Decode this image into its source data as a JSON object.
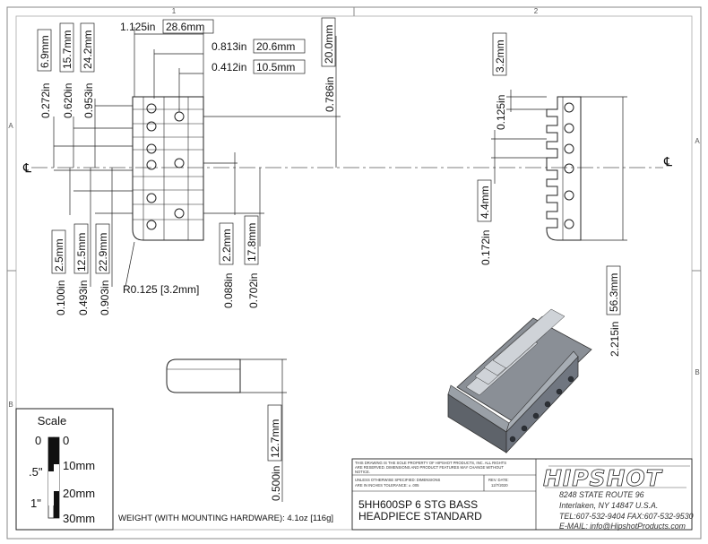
{
  "zone_markers": {
    "top": [
      "1",
      "2"
    ],
    "left": [
      "A",
      "B"
    ],
    "right": [
      "A",
      "B"
    ]
  },
  "centerline_symbol": "℄",
  "front_view": {
    "dim_horiz": {
      "overall_width": {
        "inch": "1.125in",
        "mm": "28.6mm"
      },
      "mid_width": {
        "inch": "0.813in",
        "mm": "20.6mm"
      },
      "inner_width": {
        "inch": "0.412in",
        "mm": "10.5mm"
      }
    },
    "dim_vert_top": {
      "a": {
        "inch": "0.272in",
        "mm": "6.9mm"
      },
      "b": {
        "inch": "0.620in",
        "mm": "15.7mm"
      },
      "c": {
        "inch": "0.953in",
        "mm": "24.2mm"
      },
      "d": {
        "inch": "0.786in",
        "mm": "20.0mm"
      }
    },
    "dim_vert_bottom": {
      "a": {
        "inch": "0.100in",
        "mm": "2.5mm"
      },
      "b": {
        "inch": "0.493in",
        "mm": "12.5mm"
      },
      "c": {
        "inch": "0.903in",
        "mm": "22.9mm"
      },
      "d": {
        "inch": "0.088in",
        "mm": "2.2mm"
      },
      "e": {
        "inch": "0.702in",
        "mm": "17.8mm"
      }
    },
    "radius_note": "R0.125 [3.2mm]"
  },
  "side_view": {
    "slot_spacing": {
      "inch": "0.125in",
      "mm": "3.2mm"
    },
    "slot_depth": {
      "inch": "0.172in",
      "mm": "4.4mm"
    },
    "overall_length": {
      "inch": "2.215in",
      "mm": "56.3mm"
    }
  },
  "end_view": {
    "height": {
      "inch": "0.500in",
      "mm": "12.7mm"
    }
  },
  "scale": {
    "title": "Scale",
    "inch_labels": [
      "0",
      ".5\"",
      "1\""
    ],
    "mm_labels": [
      "0",
      "10mm",
      "20mm",
      "30mm"
    ]
  },
  "weight_note": "WEIGHT (WITH MOUNTING HARDWARE): 4.1oz [116g]",
  "title_block": {
    "proprietary_note": [
      "THIS DRAWING IS THE SOLE PROPERTY OF HIPSHOT PRODUCTS, INC. ALL RIGHTS",
      "ARE RESERVED. DIMENSIONS AND PRODUCT FEATURES MAY CHANGE WITHOUT",
      "NOTICE."
    ],
    "tolerance_note": [
      "UNLESS OTHERWISE SPECIFIED: DIMENSIONS",
      "ARE IN INCHES TOLERANCE: ± .005"
    ],
    "rev_label": "REV. DATE:",
    "rev_date": "12/7/2020",
    "part_title_1": "5HH600SP 6 STG BASS",
    "part_title_2": "HEADPIECE STANDARD",
    "logo": "HIPSHOT",
    "address": [
      "8248 STATE ROUTE 96",
      "Interlaken, NY 14847 U.S.A."
    ],
    "contact": [
      "TEL:607-532-9404 FAX:607-532-9530",
      "E-MAIL: info@HipshotProducts.com"
    ]
  }
}
